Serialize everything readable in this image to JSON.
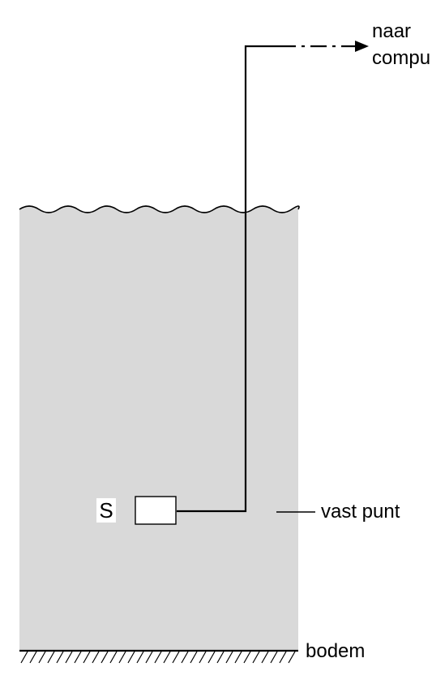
{
  "labels": {
    "output_line1": "naar",
    "output_line2": "compu",
    "sensor": "S",
    "reference": "vast punt",
    "bottom": "bodem"
  },
  "colors": {
    "water": "#d9d9d9",
    "ink": "#000000",
    "sensor_label_bg": "#ffffff"
  }
}
